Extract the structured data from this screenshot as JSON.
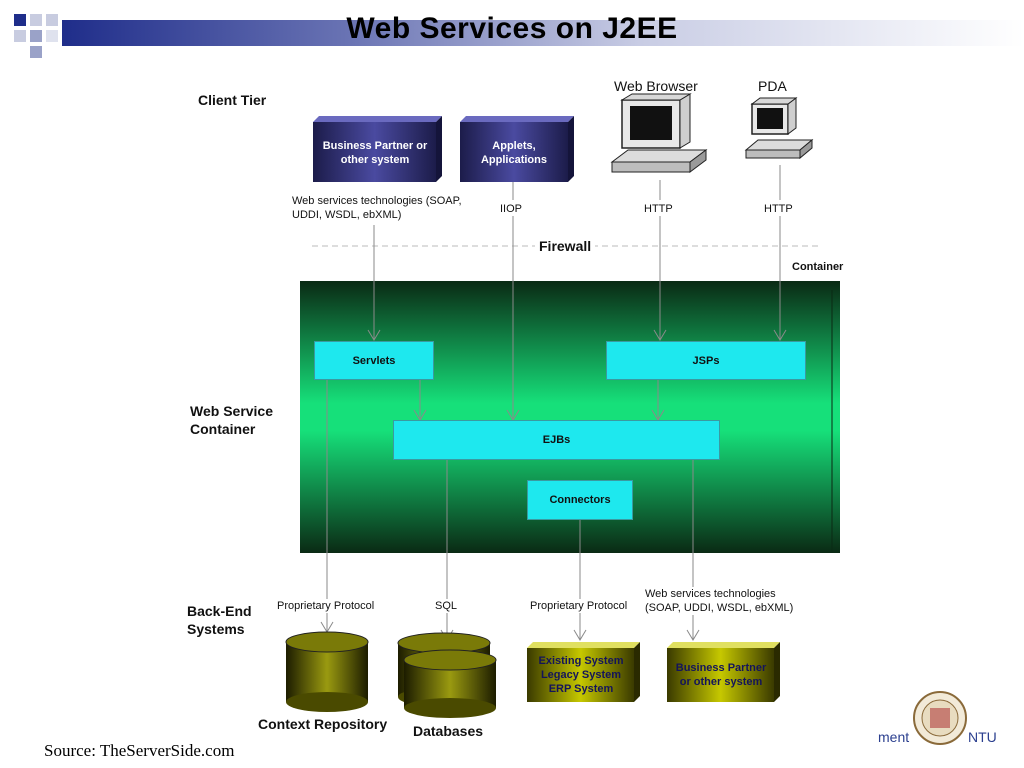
{
  "slide": {
    "title": "Web Services on J2EE",
    "source": "Source: TheServerSide.com",
    "footer_left": "ment",
    "footer_right": "NTU"
  },
  "tiers": {
    "client": "Client Tier",
    "container": "Web Service Container",
    "backend": "Back-End Systems"
  },
  "clients": {
    "partner": "Business Partner or other system",
    "applets": "Applets, Applications",
    "browser": "Web Browser",
    "pda": "PDA"
  },
  "protocols": {
    "ws_top": "Web services technologies (SOAP, UDDI, WSDL, ebXML)",
    "iiop": "IIOP",
    "http1": "HTTP",
    "http2": "HTTP",
    "firewall": "Firewall",
    "container_label": "Container",
    "proprietary1": "Proprietary Protocol",
    "sql": "SQL",
    "proprietary2": "Proprietary Protocol",
    "ws_bottom": "Web services technologies (SOAP, UDDI, WSDL, ebXML)"
  },
  "components": {
    "servlets": "Servlets",
    "jsps": "JSPs",
    "ejbs": "EJBs",
    "connectors": "Connectors"
  },
  "backend": {
    "context_repo": "Context Repository",
    "databases": "Databases",
    "existing": "Existing System Legacy System ERP System",
    "partner": "Business Partner or other system"
  },
  "colors": {
    "nav_blue": "#1f2d8a",
    "cyan": "#1ee8ee",
    "client_box": "#3a3a8a",
    "olive": "#8f9400"
  }
}
